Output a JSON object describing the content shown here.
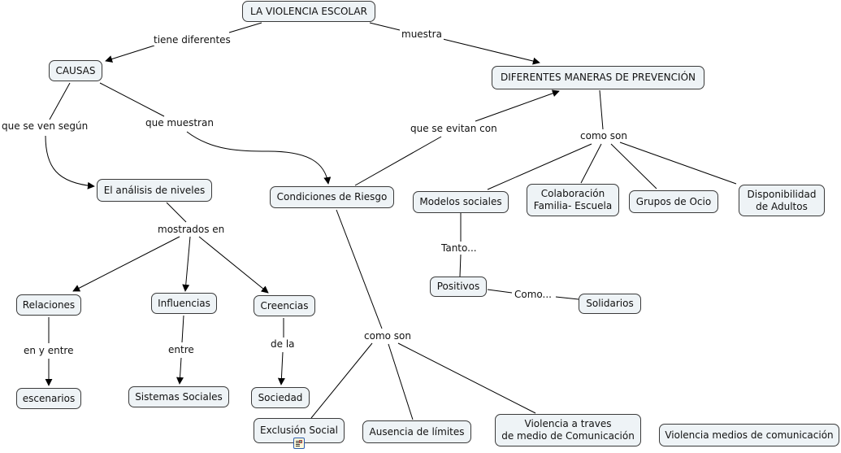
{
  "concepts": {
    "violencia_escolar": "LA VIOLENCIA ESCOLAR",
    "causas": "CAUSAS",
    "prevencion": "DIFERENTES MANERAS DE PREVENCIÓN",
    "analisis_niveles": "El análisis de niveles",
    "condiciones_riesgo": "Condiciones de Riesgo",
    "modelos_sociales": "Modelos sociales",
    "colaboracion": "Colaboración\nFamilia- Escuela",
    "grupos_ocio": "Grupos de Ocio",
    "disponibilidad": "Disponibilidad\nde Adultos",
    "positivos": "Positivos",
    "solidarios": "Solidarios",
    "relaciones": "Relaciones",
    "influencias": "Influencias",
    "creencias": "Creencias",
    "escenarios": "escenarios",
    "sistemas_sociales": "Sistemas Sociales",
    "sociedad": "Sociedad",
    "exclusion_social": "Exclusión Social",
    "ausencia_limites": "Ausencia de límites",
    "violencia_traves": "Violencia a traves\nde medio de Comunicación",
    "violencia_medios": "Violencia medios de comunicación"
  },
  "linking_phrases": {
    "tiene_diferentes": "tiene diferentes",
    "muestra": "muestra",
    "que_se_ven_segun": "que se ven según",
    "que_muestran": "que muestran",
    "que_se_evitan_con": "que se evitan con",
    "como_son_prevencion": "como son",
    "mostrados_en": "mostrados en",
    "tanto": "Tanto...",
    "como": "Como...",
    "en_y_entre": "en y entre",
    "entre": "entre",
    "de_la": "de la",
    "como_son_riesgo": "como son"
  },
  "icons": {
    "exclusion_social_resource": "attached-resource-icon"
  }
}
